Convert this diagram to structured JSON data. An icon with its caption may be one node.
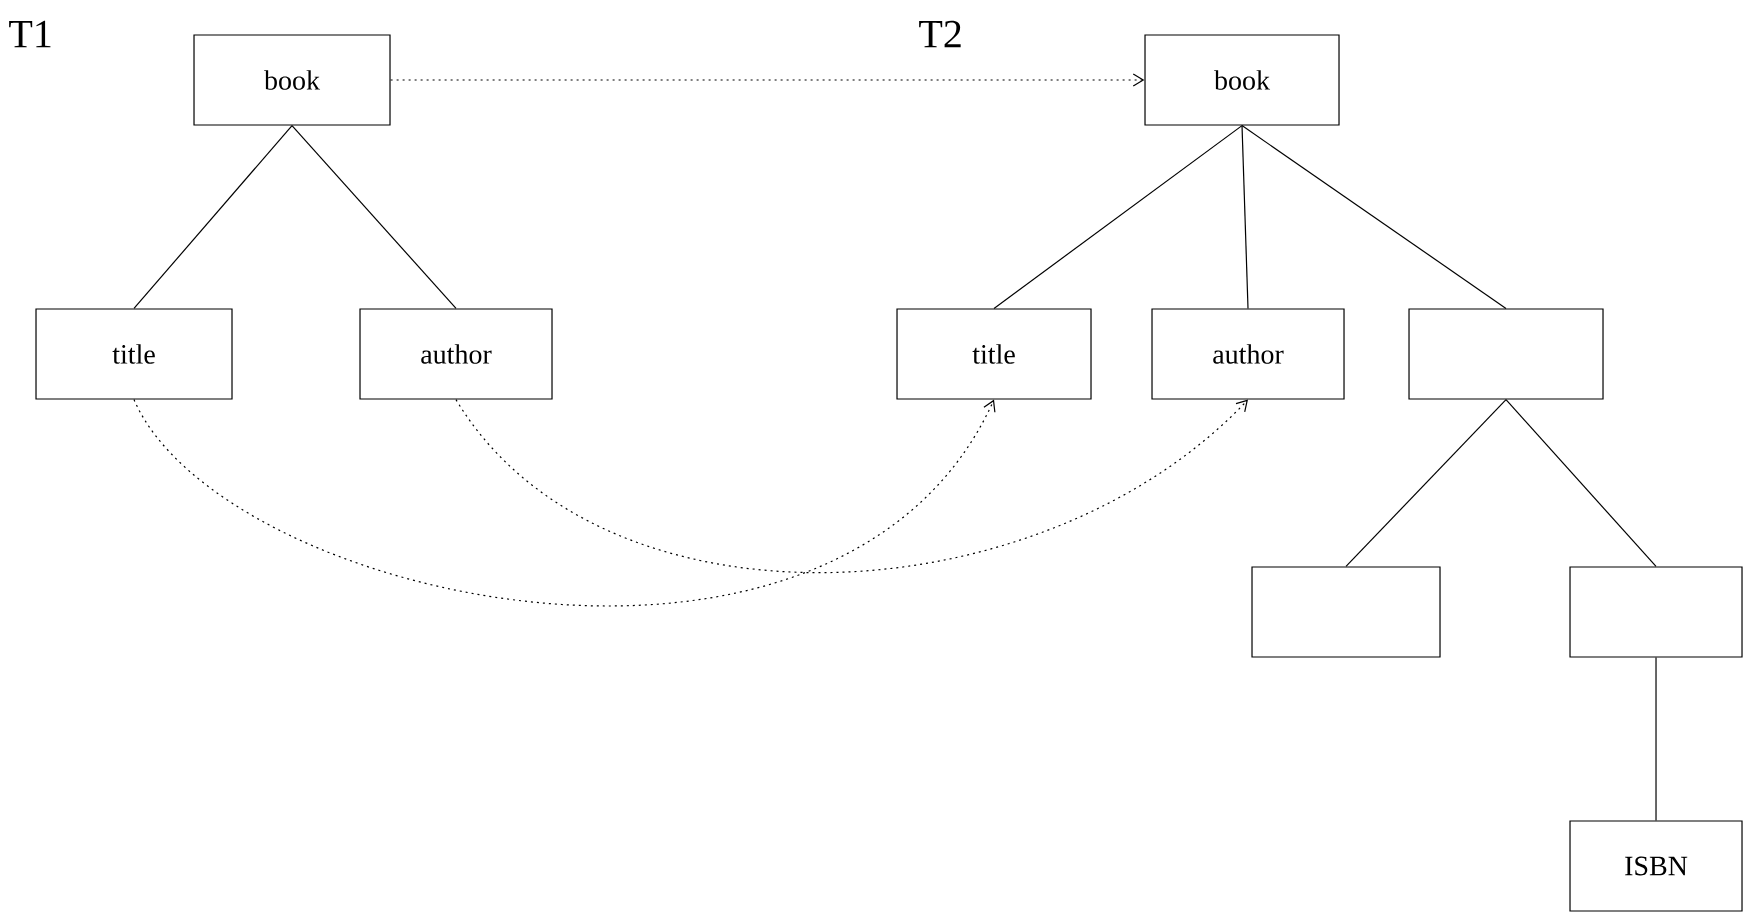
{
  "diagram": {
    "nodes": [
      {
        "text": [
          "book"
        ]
      },
      {
        "text": [
          "title"
        ]
      },
      {
        "text": [
          "author"
        ]
      },
      {
        "text": [
          "book"
        ]
      },
      {
        "text": [
          "title"
        ]
      },
      {
        "text": [
          "author"
        ]
      },
      {
        "text": [],
        "shape": "box"
      },
      {
        "text": [],
        "shape": "box"
      },
      {
        "text": [],
        "shape": "box"
      },
      {
        "text": [
          "ISBN"
        ]
      }
    ],
    "edges": [
      {
        "from": 0,
        "to": 1,
        "arrow": "none"
      },
      {
        "from": 0,
        "to": 2,
        "arrow": "none"
      },
      {
        "from": 3,
        "to": 4,
        "arrow": "none"
      },
      {
        "from": 3,
        "to": 5,
        "arrow": "none"
      },
      {
        "from": 3,
        "to": 6,
        "arrow": "none"
      },
      {
        "from": 6,
        "to": 7,
        "arrow": "none"
      },
      {
        "from": 6,
        "to": 8,
        "arrow": "none"
      },
      {
        "from": 8,
        "to": 9,
        "arrow": "none"
      },
      {
        "from": 0,
        "to": 3,
        "arrow": "to",
        "style": "dashed"
      },
      {
        "from": 1,
        "to": 4,
        "arrow": "to",
        "style": "dashed"
      },
      {
        "from": 2,
        "to": 5,
        "arrow": "to",
        "style": "dashed"
      }
    ],
    "labels": [
      "T1",
      "T2"
    ]
  }
}
